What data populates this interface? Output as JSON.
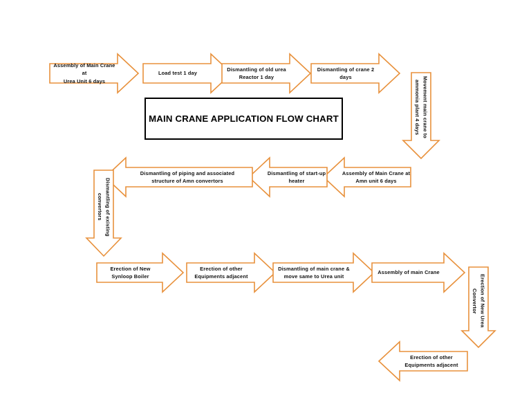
{
  "document": {
    "title": "MAIN CRANE APPLICATION FLOW CHART",
    "accent_color": "#e8913c",
    "title_border_color": "#000000",
    "background_color": "#ffffff"
  },
  "title_box": {
    "label": "MAIN CRANE APPLICATION FLOW CHART"
  },
  "flow": {
    "row1": [
      {
        "id": "assembly-main-crane-urea",
        "label": "Assembly of Main Crane at\nUrea Unit 6 days",
        "direction": "right"
      },
      {
        "id": "load-test",
        "label": "Load test 1 day",
        "direction": "right"
      },
      {
        "id": "dismantling-old-urea-reactor",
        "label": "Dismantling of old urea\nReactor 1 day",
        "direction": "right"
      },
      {
        "id": "dismantling-crane",
        "label": "Dismantling of crane 2\ndays",
        "direction": "right"
      }
    ],
    "connector_right": {
      "id": "movement-main-crane-ammonia",
      "label": "Movement main crane to\nammonia plant 4 days",
      "direction": "down"
    },
    "row2": [
      {
        "id": "assembly-main-crane-ammonia",
        "label": "Assembly of Main Crane at\nAmn unit 6 days",
        "direction": "left"
      },
      {
        "id": "dismantling-startup-heater",
        "label": "Dismantling of start-up\nheater",
        "direction": "left"
      },
      {
        "id": "dismantling-piping-convertors",
        "label": "Dismantling of piping and associated\nstructure of Amn convertors",
        "direction": "left"
      }
    ],
    "connector_left": {
      "id": "dismantling-existing-convertors",
      "label": "Dismantling of existing\nconvertors",
      "direction": "down"
    },
    "row3": [
      {
        "id": "erection-new-synloop-boiler",
        "label": "Erection of New\nSynloop Boiler",
        "direction": "right"
      },
      {
        "id": "erection-other-equipments-1",
        "label": "Erection of other\nEquipments adjacent",
        "direction": "right"
      },
      {
        "id": "dismantling-main-crane-move",
        "label": "Dismantling of main crane &\nmove same to Urea unit",
        "direction": "right"
      },
      {
        "id": "assembly-main-crane-2",
        "label": "Assembly of main Crane",
        "direction": "right"
      }
    ],
    "connector_right_bottom": {
      "id": "erection-new-urea-convertor",
      "label": "Erection of New Urea\nConvertor",
      "direction": "down"
    },
    "row4": [
      {
        "id": "erection-other-equipments-2",
        "label": "Erection of other\nEquipments adjacent",
        "direction": "left"
      }
    ]
  }
}
